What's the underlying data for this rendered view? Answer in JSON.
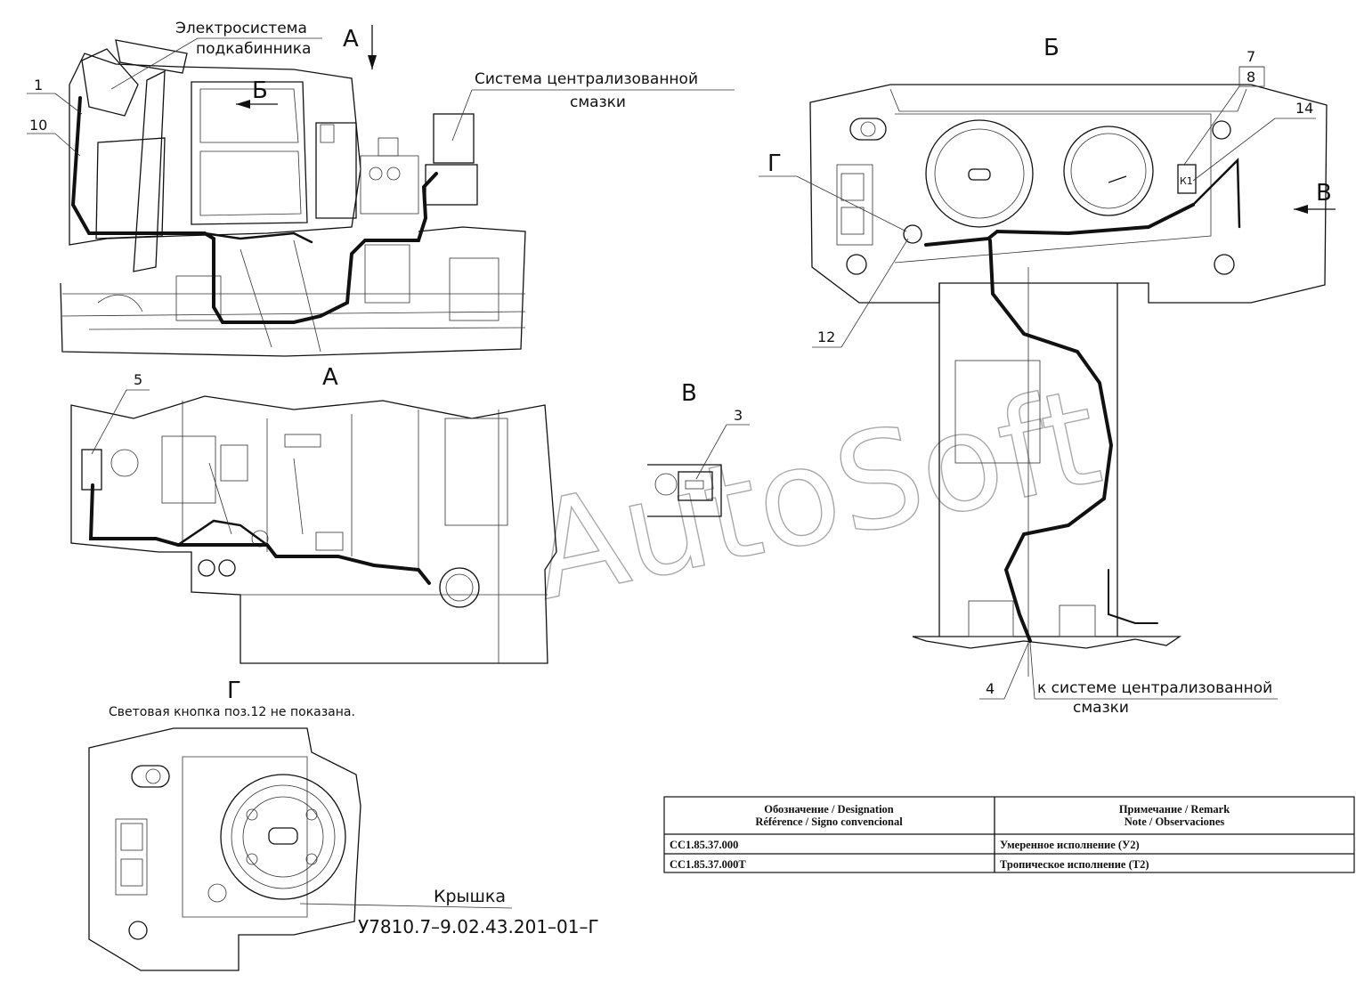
{
  "views": {
    "main_arrow_a": "А",
    "main_arrow_b": "Б",
    "view_a_title": "А",
    "view_b_title": "Б",
    "view_v_title": "В",
    "view_v_arrow": "В",
    "view_g_title": "Г",
    "view_g_callout": "Г"
  },
  "callouts": {
    "electro_line1": "Электросистема",
    "electro_line2": "подкабинника",
    "lube_top_line1": "Система централизованной",
    "lube_top_line2": "смазки",
    "lube_bottom_line1": "к системе централизованной",
    "lube_bottom_line2": "смазки",
    "cover_name": "Крышка",
    "cover_code": "У7810.7–9.02.43.201–01–Г",
    "note": "Световая кнопка поз.12 не показана.",
    "gauge_k1": "К1"
  },
  "positions": {
    "p1": "1",
    "p10": "10",
    "p5": "5",
    "p3": "3",
    "p7": "7",
    "p8": "8",
    "p14": "14",
    "p12": "12",
    "p4": "4"
  },
  "watermark": "AutoSoft",
  "table": {
    "header_left_1": "Обозначение / Designation",
    "header_left_2": "Référence / Signo convencional",
    "header_right_1": "Примечание / Remark",
    "header_right_2": "Note / Observaciones",
    "rows": [
      {
        "designation": "СС1.85.37.000",
        "remark": "Умеренное исполнение (У2)"
      },
      {
        "designation": "СС1.85.37.000Т",
        "remark": "Тропическое исполнение (Т2)"
      }
    ]
  }
}
